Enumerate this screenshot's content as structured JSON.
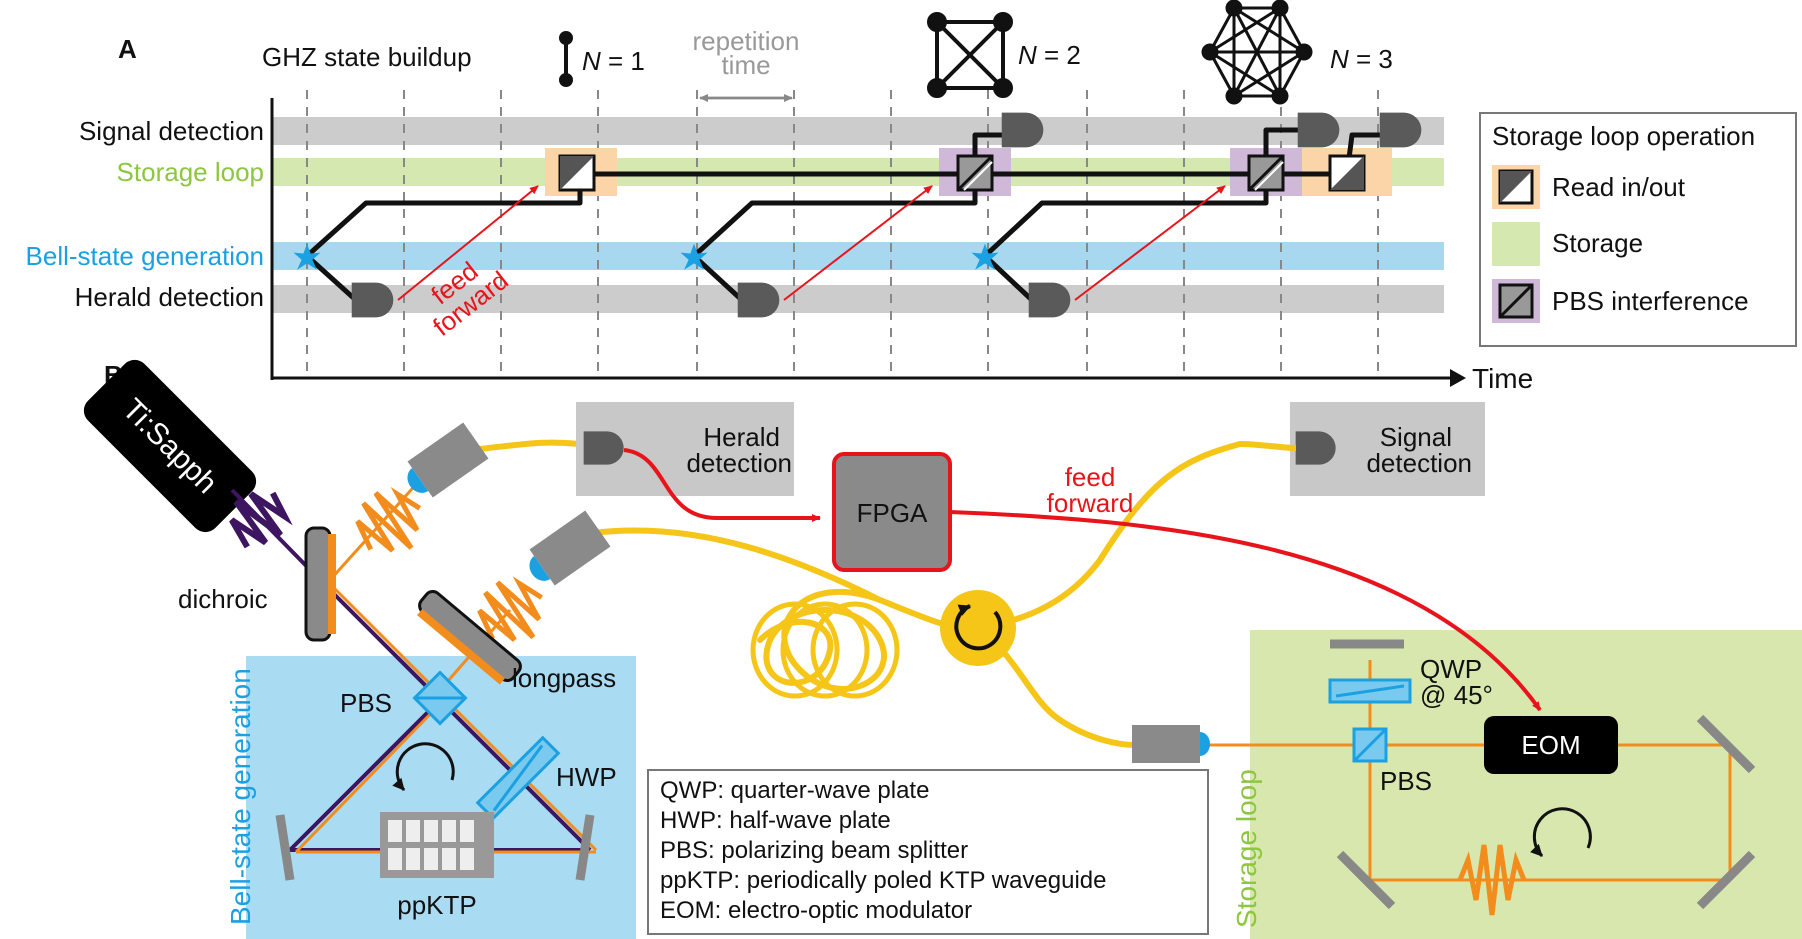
{
  "panel_a": {
    "label": "A",
    "title": "GHZ state buildup",
    "rows": {
      "signal": "Signal detection",
      "storage": "Storage loop",
      "bell": "Bell-state generation",
      "herald": "Herald detection"
    },
    "repetition": [
      "repetition",
      "time"
    ],
    "feed_forward": [
      "feed",
      "forward"
    ],
    "n_labels": [
      {
        "var": "N",
        "rest": " = 1"
      },
      {
        "var": "N",
        "rest": " = 2"
      },
      {
        "var": "N",
        "rest": " = 3"
      }
    ],
    "time_label": "Time",
    "legend": {
      "title": "Storage loop operation",
      "items": [
        "Read in/out",
        "Storage",
        "PBS interference"
      ]
    }
  },
  "panel_b": {
    "label": "B",
    "laser": "Ti:Sapph",
    "dichroic": "dichroic",
    "longpass": "longpass",
    "pbs": "PBS",
    "hwp": "HWP",
    "ppktp": "ppKTP",
    "bell_box": "Bell-state generation",
    "herald": [
      "Herald",
      "detection"
    ],
    "signal": [
      "Signal",
      "detection"
    ],
    "fpga": "FPGA",
    "feed_forward": [
      "feed",
      "forward"
    ],
    "qwp": [
      "QWP",
      "@ 45°"
    ],
    "eom": "EOM",
    "pbs_loop": "PBS",
    "storage_box": "Storage loop",
    "glossary": [
      "QWP: quarter-wave plate",
      "HWP: half-wave plate",
      "PBS: polarizing beam splitter",
      "ppKTP: periodically poled KTP waveguide",
      "EOM: electro-optic modulator"
    ]
  },
  "colors": {
    "signal_band": "#cccccc",
    "storage_band": "#d4e8b0",
    "bell_band": "#a8d8f0",
    "herald_band": "#cccccc",
    "storage_text": "#8dc63f",
    "bell_text": "#1ba1e2",
    "feed_forward": "#e8141b",
    "read_in_out": "#fbd5a8",
    "pbs_interference": "#cfb8d8",
    "fiber": "#f5c518",
    "pump": "#3d1561",
    "photons": "#f28c1c",
    "bell_box": "#a9dbf2",
    "storage_box": "#d7e7ad",
    "detector": "#5a5a5a",
    "box_gray": "#c8c8c8"
  },
  "icons": [
    "detector-icon",
    "beam-splitter-icon",
    "star-icon",
    "graph-icon",
    "circulator-icon",
    "pulse-icon",
    "mirror-icon",
    "collimator-icon"
  ]
}
